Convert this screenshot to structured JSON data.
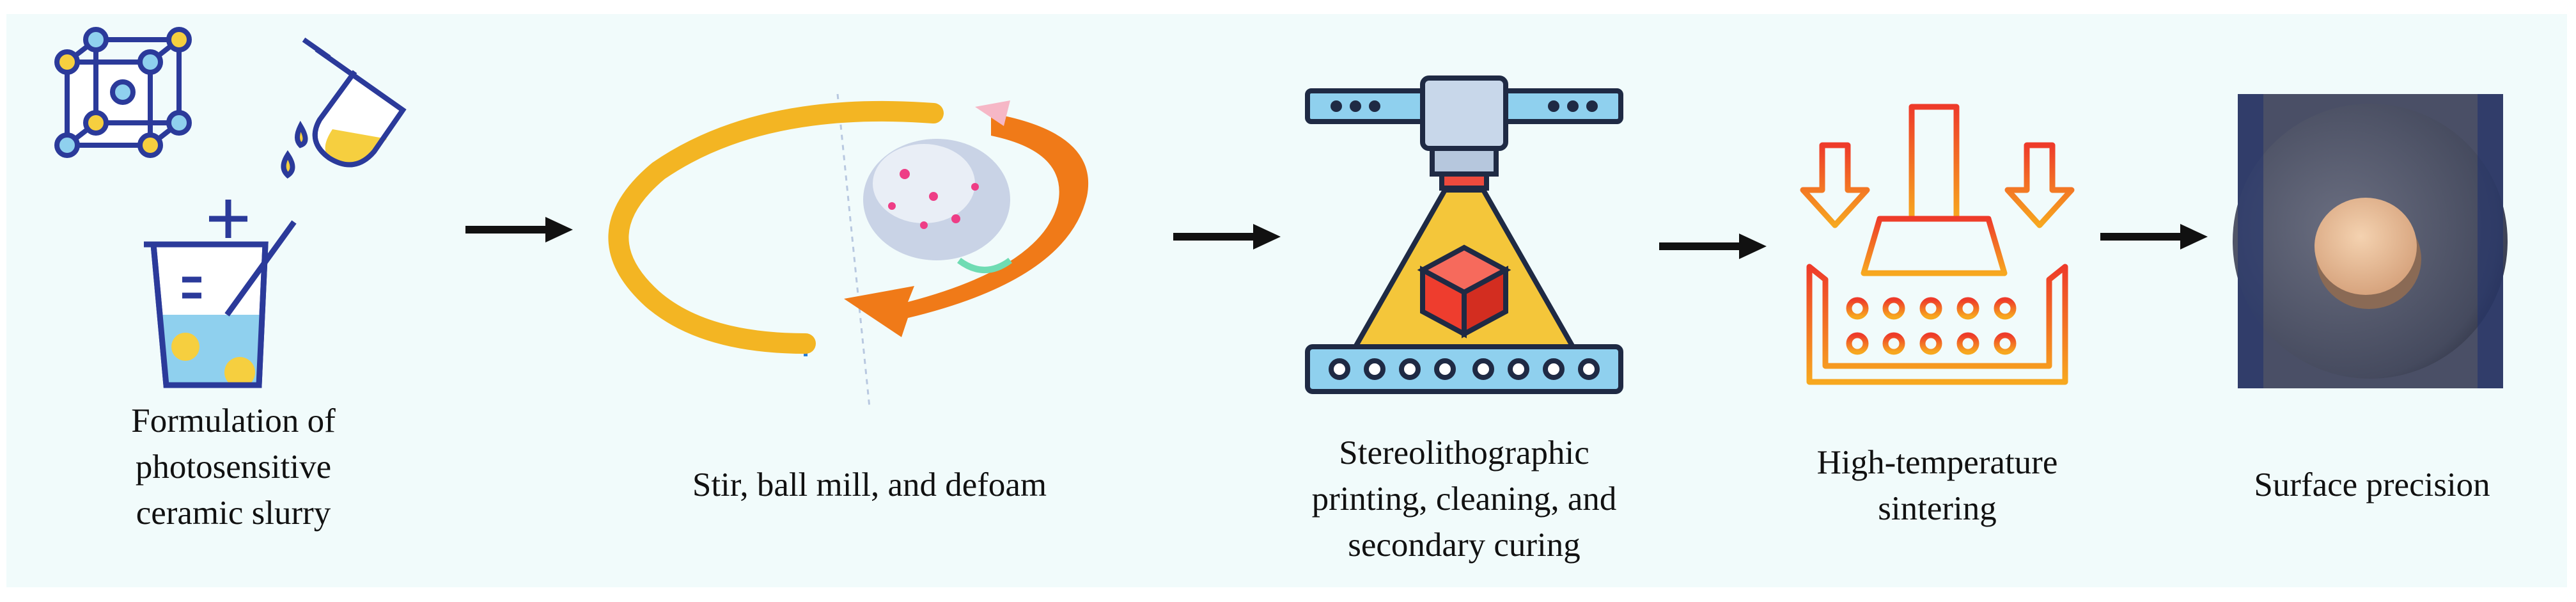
{
  "steps": [
    {
      "label": "Formulation of\nphotosensitive\nceramic slurry",
      "icon": "chemistry-slurry-icon"
    },
    {
      "label": "Stir, ball mill, and defoam",
      "icon": "ball-mill-icon"
    },
    {
      "label": "Stereolithographic\nprinting, cleaning, and\nsecondary curing",
      "icon": "3d-printer-icon"
    },
    {
      "label": "High-temperature\nsintering",
      "icon": "sintering-furnace-icon"
    },
    {
      "label": "Surface precision",
      "icon": "sample-photo"
    }
  ],
  "arrows": 4,
  "colors": {
    "panel": "#f1fbfb",
    "outline": "#1f3a8a",
    "accent_blue": "#8fd0ee",
    "accent_yellow": "#f6cf3f",
    "ring_orange": "#f08a1c",
    "furnace_red": "#ee3b2a",
    "arrow": "#111111"
  }
}
